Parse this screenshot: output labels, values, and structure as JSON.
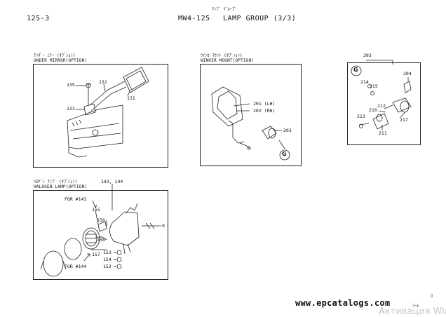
{
  "header": {
    "page_ref": "125-3",
    "katakana": "ﾗﾝﾌﾟ ｸﾞﾙｰﾌﾟ",
    "model": "MW4-125",
    "title": "LAMP GROUP (3/3)"
  },
  "sections": {
    "under_mirror": {
      "katakana": "ｱﾝﾀﾞｰ ﾐﾗｰ (ｵﾌﾟｼｮﾝ)",
      "label": "UNDER MIRROR(OPTION)",
      "parts": [
        "135",
        "132",
        "131",
        "133"
      ]
    },
    "winker_mount": {
      "katakana": "ｳｲﾝｶ ﾏｳﾝﾄ (ｵﾌﾟｼｮﾝ)",
      "label": "WINKER MOUNT(OPTION)",
      "parts": [
        "201 (LH)",
        "202 (RH)",
        "203"
      ],
      "callout": "G"
    },
    "detail_g": {
      "parts": [
        "203",
        "204",
        "214",
        "215",
        "216",
        "212",
        "213",
        "211",
        "217"
      ],
      "callout": "G"
    },
    "halogen_lamp": {
      "katakana": "ﾊﾛｹﾞﾝ ﾗﾝﾌﾟ (ｵﾌﾟｼｮﾝ)",
      "label": "HALOGEN LAMP(OPTION)",
      "ref_top": "143, 144",
      "for_143": "FOR #143",
      "for_144": "FOR #144",
      "parts": [
        "155",
        "156",
        "158",
        "157",
        "153",
        "154",
        "152",
        "9"
      ]
    }
  },
  "footer": {
    "website": "www.epcatalogs.com",
    "page_mark": "ﾌｰﾑ",
    "corner_mark": "ﾛ",
    "watermark": "Активация Wir"
  }
}
